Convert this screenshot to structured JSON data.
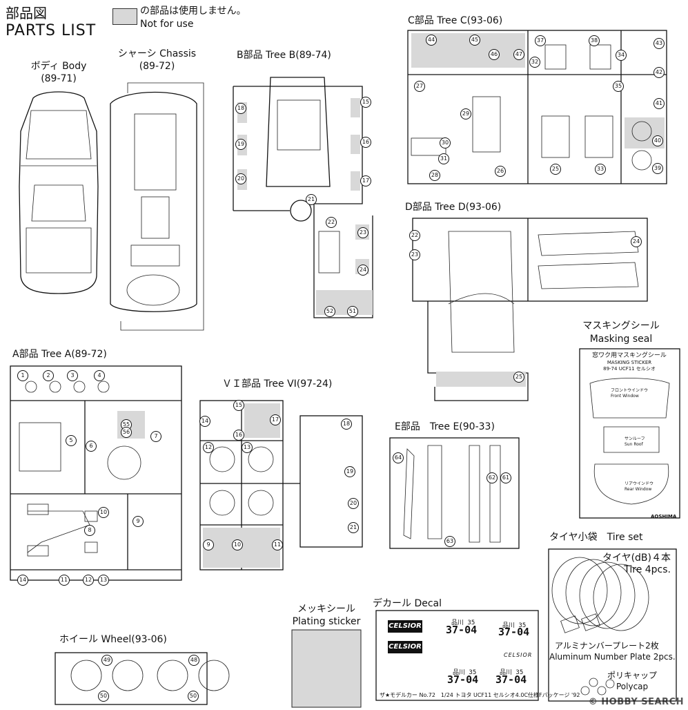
{
  "header": {
    "title_jp": "部品図",
    "title_en": "PARTS LIST",
    "legend_jp": "の部品は使用しません。",
    "legend_en": "Not for use"
  },
  "sections": {
    "body": {
      "jp": "ボディ Body",
      "code": "(89-71)"
    },
    "chassis": {
      "jp": "シャーシ Chassis",
      "code": "(89-72)"
    },
    "tree_b": {
      "label": "B部品 Tree B(89-74)"
    },
    "tree_c": {
      "label": "C部品 Tree C(93-06)"
    },
    "tree_d": {
      "label": "D部品 Tree D(93-06)"
    },
    "tree_a": {
      "label": "A部品 Tree A(89-72)"
    },
    "tree_vi": {
      "label": "ＶＩ部品 Tree VI(97-24)"
    },
    "tree_e": {
      "label": "E部品　Tree E(90-33)"
    },
    "masking": {
      "jp": "マスキングシール",
      "en": "Masking seal",
      "sheet_title": "窓ワク用マスキングシール",
      "sheet_sub": "MASKING STICKER",
      "sheet_code": "89-74 UCF11 セルシオ",
      "front": "フロントウインドウ",
      "front_en": "Front Window",
      "sun": "サンルーフ",
      "sun_en": "Sun Roof",
      "rear": "リアウインドウ",
      "rear_en": "Rear Window",
      "brand": "AOSHIMA"
    },
    "tire": {
      "jp": "タイヤ小袋　Tire set",
      "tires_jp": "タイヤ(dB)４本",
      "tires_en": "Tire 4pcs.",
      "plate_jp": "アルミナンバープレート2枚",
      "plate_en": "Aluminum Number Plate 2pcs.",
      "cap_jp": "ポリキャップ",
      "cap_en": "Polycap"
    },
    "wheel": {
      "label": "ホイール Wheel(93-06)"
    },
    "plating": {
      "jp": "メッキシール",
      "en": "Plating sticker"
    },
    "decal": {
      "label": "デカール Decal",
      "brand": "CELSIOR",
      "plate_top": "品川 35",
      "plate_num": "37-04",
      "footer": "ザ★モデルカー No.72　1/24 トヨタ UCF11 セルシオ4.0C仕様Fパッケージ '92"
    }
  },
  "parts": {
    "b": [
      "18",
      "19",
      "20",
      "21",
      "22",
      "23",
      "24",
      "52",
      "51",
      "15",
      "16",
      "17"
    ],
    "c": [
      "44",
      "45",
      "46",
      "47",
      "37",
      "38",
      "43",
      "42",
      "41",
      "40",
      "39",
      "27",
      "30",
      "31",
      "28",
      "29",
      "26",
      "25",
      "33",
      "34",
      "35",
      "32"
    ],
    "d": [
      "22",
      "23",
      "24",
      "25"
    ],
    "a": [
      "1",
      "2",
      "3",
      "4",
      "5",
      "6",
      "7",
      "8",
      "9",
      "10",
      "11",
      "12",
      "13",
      "14",
      "55",
      "56"
    ],
    "vi": [
      "14",
      "15",
      "16",
      "17",
      "12",
      "13",
      "18",
      "19",
      "20",
      "21",
      "9",
      "10",
      "11"
    ],
    "e": [
      "64",
      "62",
      "61",
      "63"
    ],
    "wheel": [
      "49",
      "48",
      "50",
      "50"
    ]
  },
  "watermark": "© HOBBY SEARCH"
}
